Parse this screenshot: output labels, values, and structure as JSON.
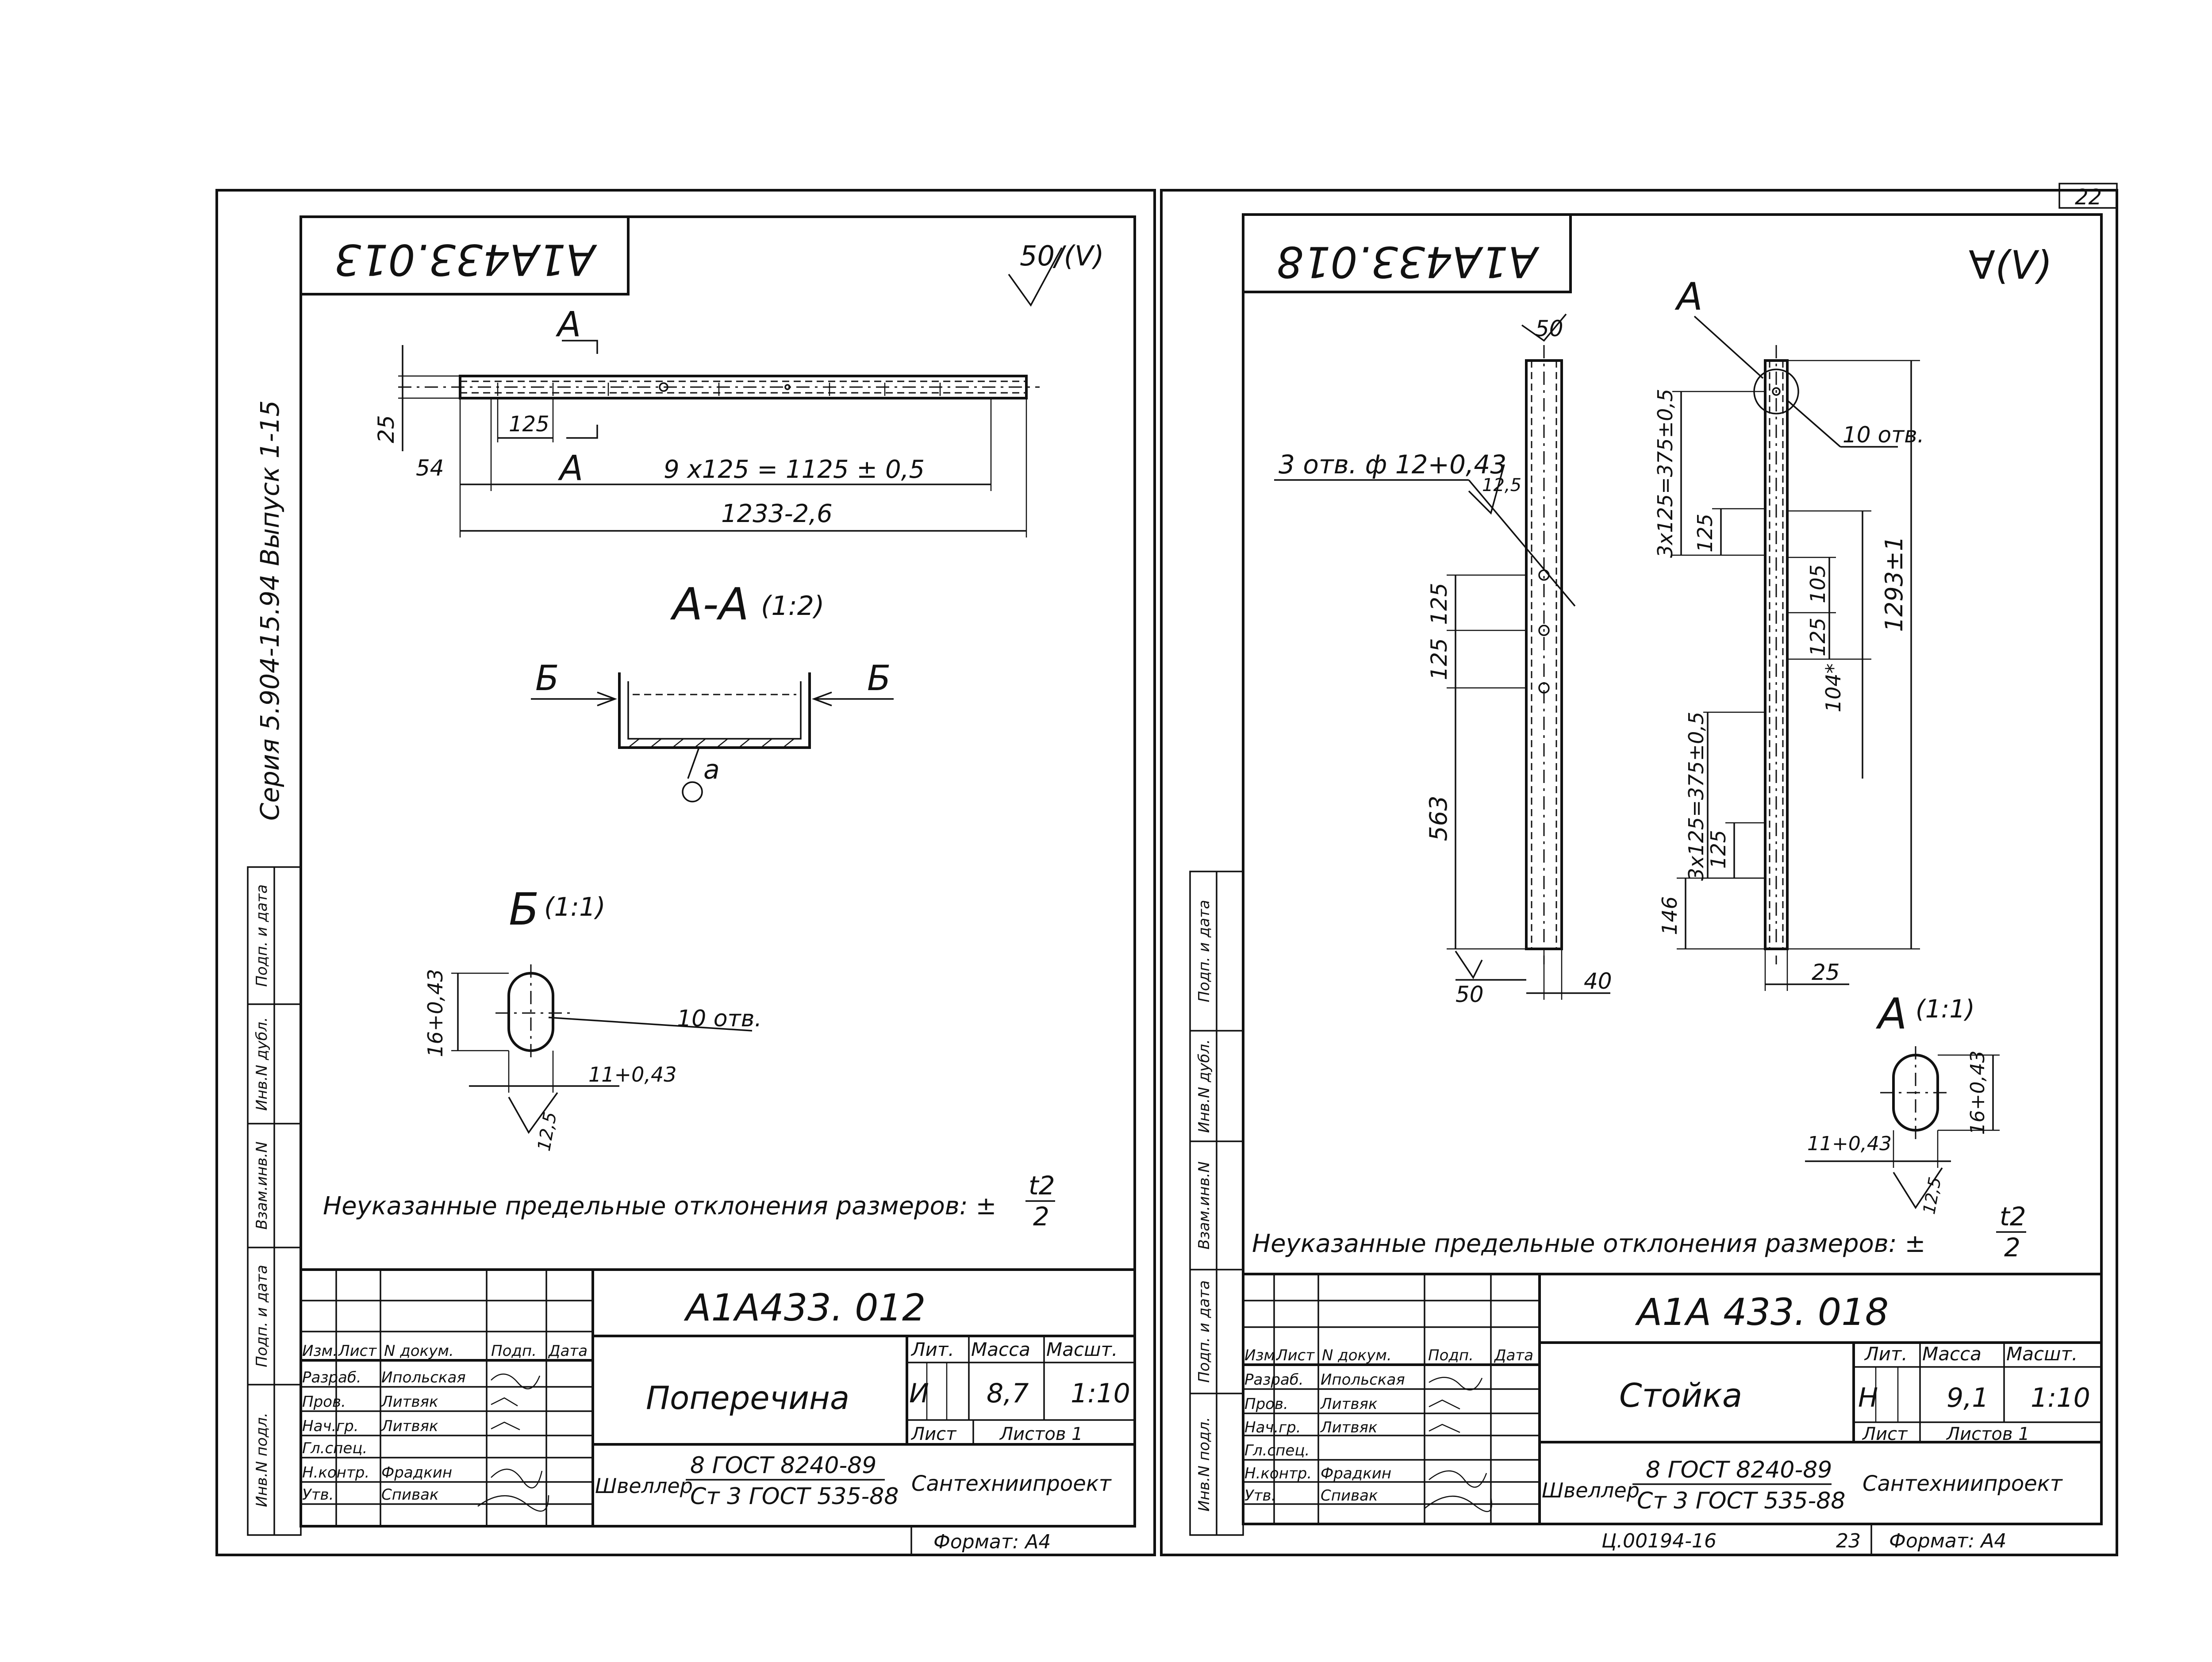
{
  "page_number": "22",
  "series_label": "Серия 5.904-15.94 Выпуск 1-15",
  "side_stamp_cells": [
    "Взам.инв.N",
    "Инв.N дубл.",
    "Подп. и дата",
    "Инв.N подл.",
    "Подп. и дата"
  ],
  "side_stamp_cells_right": [
    "Взам.инв.N",
    "Инв.N дубл.",
    "Подп. и дата",
    "Инв.N подл.",
    "Подп. и дата"
  ],
  "sheet_left": {
    "rotated_code": "А1А433.013",
    "roughness": "50/(V)",
    "section_a_label": "А",
    "section_a_label_bottom": "А",
    "dims": {
      "d25": "25",
      "d125": "125",
      "d54": "54",
      "d9x125": "9 х125 = 1125 ± 0,5",
      "d1233": "1233-2,6"
    },
    "section_aa_title": "А-А",
    "section_aa_scale": "(1:2)",
    "view_b_left": "Б",
    "view_b_right": "Б",
    "weld_label": "а",
    "view_b_title": "Б",
    "view_b_scale": "(1:1)",
    "hole_dim_v": "16+0,43",
    "hole_count": "10 отв.",
    "hole_dim_h": "11+0,43",
    "hole_rough": "12,5",
    "note_text": "Неуказанные предельные отклонения размеров: ±",
    "note_fraction_num": "t2",
    "note_fraction_den": "2",
    "title_block": {
      "designation": "А1А433. 012",
      "part_name": "Поперечина",
      "col_lit": "Лит.",
      "col_mass": "Масса",
      "col_scale": "Масшт.",
      "lit": "И",
      "mass": "8,7",
      "scale": "1:10",
      "sheet": "Лист",
      "sheets": "Листов 1",
      "material_prefix": "Швеллер",
      "material_top": "8 ГОСТ 8240-89",
      "material_bottom": "Ст 3 ГОСТ 535-88",
      "org": "Сантехниипроект",
      "format": "Формат: А4",
      "header_cells": [
        "Изм.",
        "Лист",
        "N докум.",
        "Подп.",
        "Дата"
      ],
      "rows": [
        {
          "role": "Разраб.",
          "name": "Ипольская"
        },
        {
          "role": "Пров.",
          "name": "Литвяк"
        },
        {
          "role": "Нач.гр.",
          "name": "Литвяк"
        },
        {
          "role": "Гл.спец.",
          "name": ""
        },
        {
          "role": "Н.контр.",
          "name": "Фрадкин"
        },
        {
          "role": "Утв.",
          "name": "Спивак"
        }
      ]
    }
  },
  "sheet_right": {
    "rotated_code": "А1А433.018",
    "roughness": "∀(V)",
    "callout_a": "А",
    "dims": {
      "d50_top": "50",
      "holes3": "3 отв. ф 12+0,43",
      "rough125": "12,5",
      "d125a": "125",
      "d125b": "125",
      "d563": "563",
      "d50_bot": "50",
      "d40": "40",
      "d3x125_top": "3х125=375±0,5",
      "d125c": "125",
      "d10holes": "10 отв.",
      "d105": "105",
      "d125d": "125",
      "d104": "104*",
      "d1293": "1293±1",
      "d3x125_bot": "3х125=375±0,5",
      "d125e": "125",
      "d146": "146",
      "d25": "25"
    },
    "detail_a_title": "А",
    "detail_a_scale": "(1:1)",
    "hole_dim_v": "16+0,43",
    "hole_dim_h": "11+0,43",
    "hole_rough": "12,5",
    "note_text": "Неуказанные предельные отклонения размеров: ±",
    "note_fraction_num": "t2",
    "note_fraction_den": "2",
    "title_block": {
      "designation": "А1А 433. 018",
      "part_name": "Стойка",
      "col_lit": "Лит.",
      "col_mass": "Масса",
      "col_scale": "Масшт.",
      "lit": "Н",
      "mass": "9,1",
      "scale": "1:10",
      "sheet": "Лист",
      "sheets": "Листов 1",
      "material_prefix": "Швеллер",
      "material_top": "8 ГОСТ 8240-89",
      "material_bottom": "Ст 3 ГОСТ 535-88",
      "org": "Сантехниипроект",
      "archive_no": "Ц.00194-16",
      "archive_page": "23",
      "format": "Формат: А4",
      "header_cells": [
        "Изм.",
        "Лист",
        "N докум.",
        "Подп.",
        "Дата"
      ],
      "rows": [
        {
          "role": "Разраб.",
          "name": "Ипольская"
        },
        {
          "role": "Пров.",
          "name": "Литвяк"
        },
        {
          "role": "Нач.гр.",
          "name": "Литвяк"
        },
        {
          "role": "Гл.спец.",
          "name": ""
        },
        {
          "role": "Н.контр.",
          "name": "Фрадкин"
        },
        {
          "role": "Утв.",
          "name": "Спивак"
        }
      ]
    }
  }
}
